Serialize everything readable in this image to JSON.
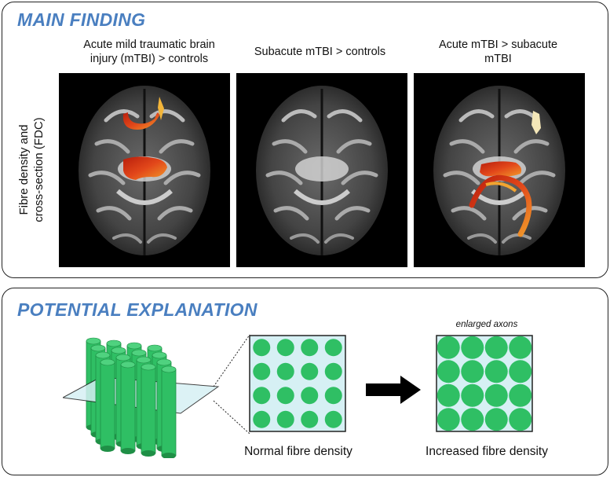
{
  "main_finding": {
    "heading": "MAIN FINDING",
    "y_axis_label": [
      "Fibre density and",
      "cross-section (FDC)"
    ],
    "columns": [
      {
        "title": [
          "Acute mild traumatic brain",
          "injury (mTBI) > controls"
        ]
      },
      {
        "title": [
          "Subacute mTBI > controls"
        ]
      },
      {
        "title": [
          "Acute mTBI > subacute",
          "mTBI"
        ]
      }
    ]
  },
  "explanation": {
    "heading": "POTENTIAL EXPLANATION",
    "normal_caption": "Normal fibre density",
    "increased_caption": "Increased fibre density",
    "enlarged_note": "enlarged axons",
    "grid_rows": 4,
    "grid_cols": 4,
    "colors": {
      "fibre": "#2fbf64",
      "fibre_dark": "#1f8f46",
      "cross_section_bg": "#d6f0f4",
      "arrow": "#000000",
      "heading": "#4a7fc0"
    }
  }
}
